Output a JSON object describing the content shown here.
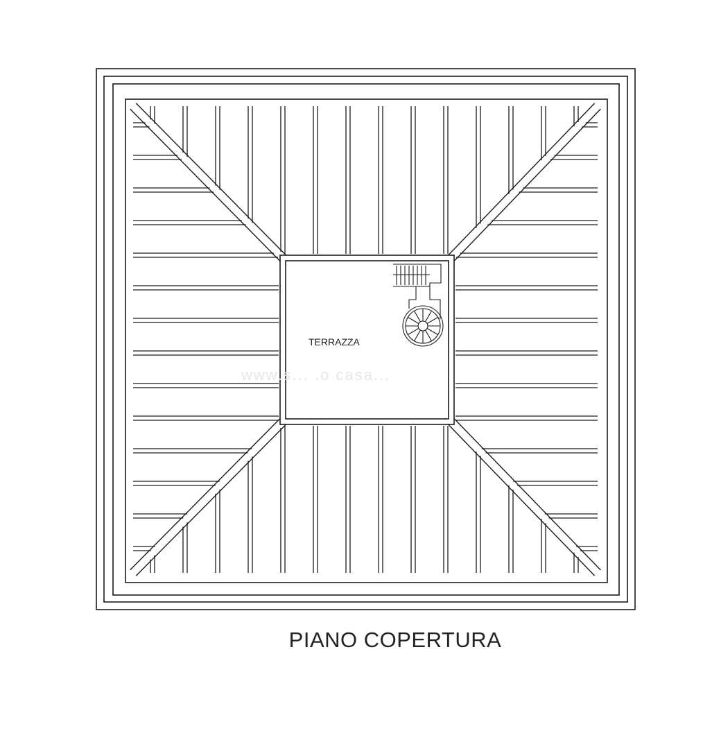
{
  "drawing": {
    "title": "PIANO COPERTURA",
    "room_label": "TERRAZZA",
    "watermark": "www.s... .o casa...",
    "line_color": "#1a1a1a",
    "background": "#ffffff"
  },
  "icons": {
    "spiral_stair": "spiral-staircase-icon",
    "straight_stair": "straight-staircase-icon"
  }
}
